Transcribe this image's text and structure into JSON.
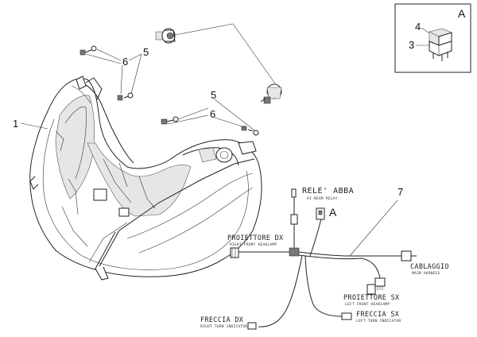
{
  "inset": {
    "letter": "A",
    "callouts": [
      "4",
      "3"
    ]
  },
  "callouts": {
    "headlight": "1",
    "bulb_screws_top": "5",
    "bulb_screws_top_6": "6",
    "bulb_screws_mid": "5",
    "bulb_screws_mid_6": "6",
    "wiring": "7"
  },
  "relay": {
    "title": "RELE' ABBA",
    "subtitle": "HI BEAM RELAY",
    "ref": "A"
  },
  "connectors": [
    {
      "title": "PROIETTORE DX",
      "subtitle": "RIGHT FRONT HEADLAMP"
    },
    {
      "title": "CABLAGGIO",
      "subtitle": "MAIN HARNESS"
    },
    {
      "title": "PROIETTORE SX",
      "subtitle": "LEFT FRONT HEADLAMP"
    },
    {
      "title": "FRECCIA DX",
      "subtitle": "RIGHT TURN INDICATOR"
    },
    {
      "title": "FRECCIA SX",
      "subtitle": "LEFT TURN INDICATOR"
    }
  ]
}
